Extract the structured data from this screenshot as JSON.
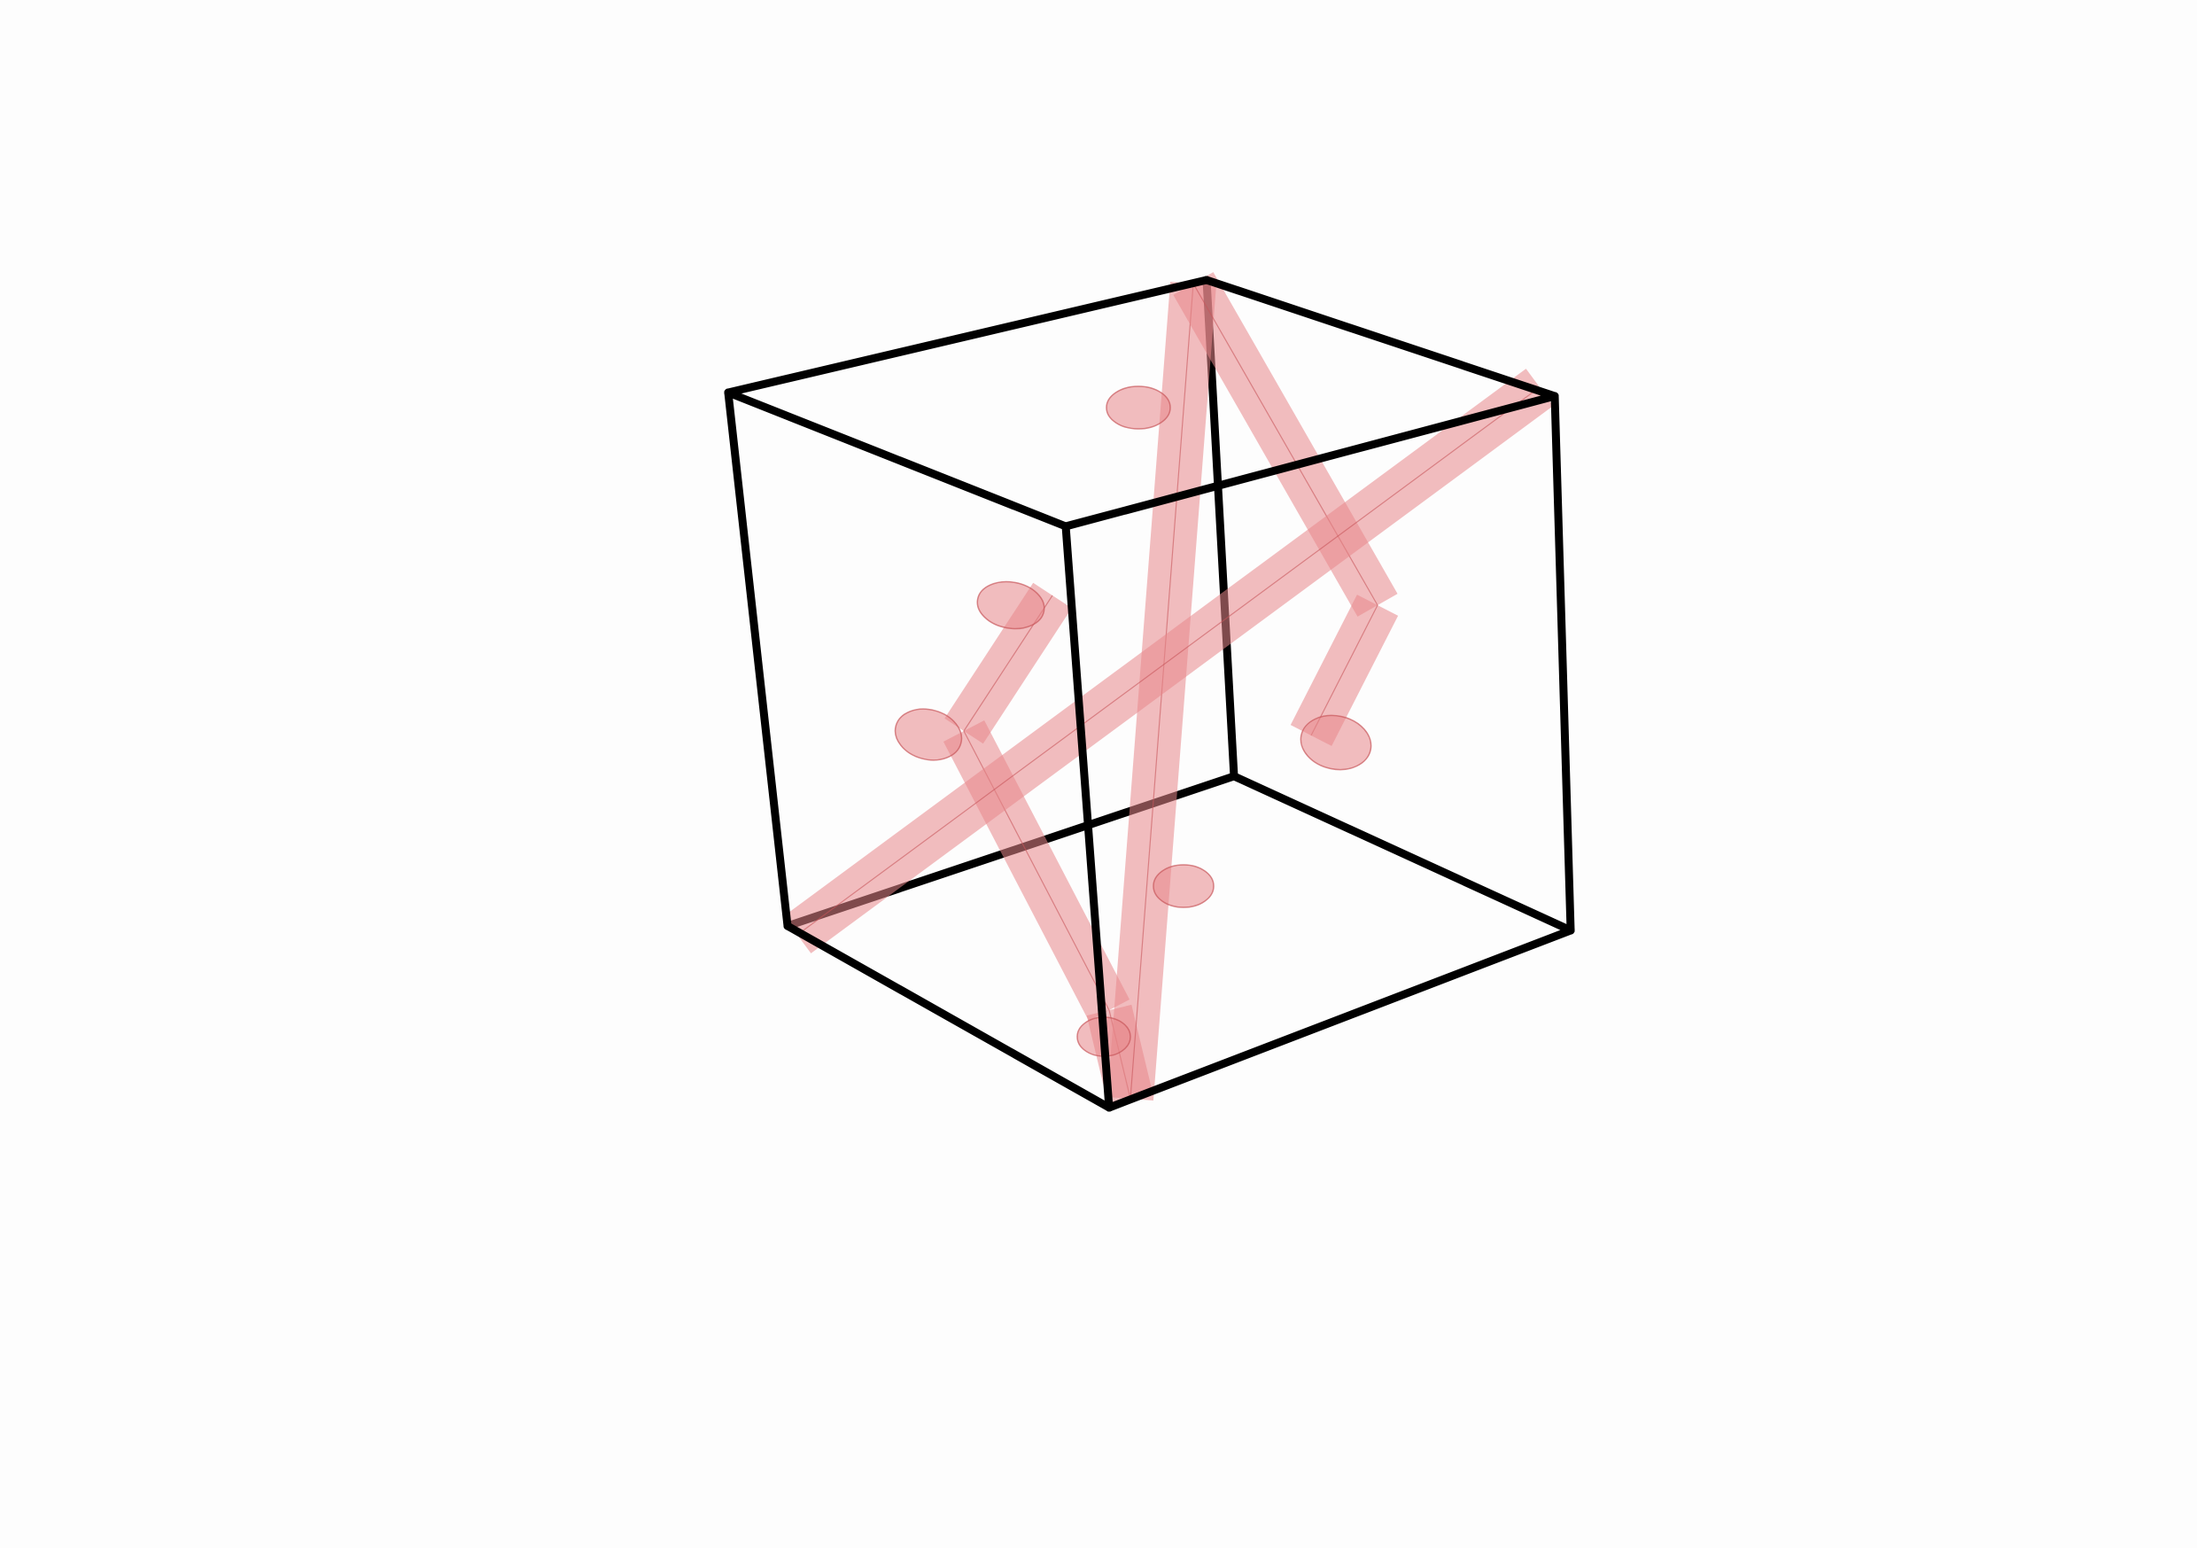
{
  "colors": {
    "background": "#fdfdfd",
    "cube": "#000000",
    "tube_fill": "#e8878b",
    "tube_line": "#c8555a"
  },
  "scene": {
    "cube": {
      "vertices": 8,
      "edges": 12
    },
    "tube_path": {
      "segments": 7,
      "opacity": 0.55
    }
  }
}
